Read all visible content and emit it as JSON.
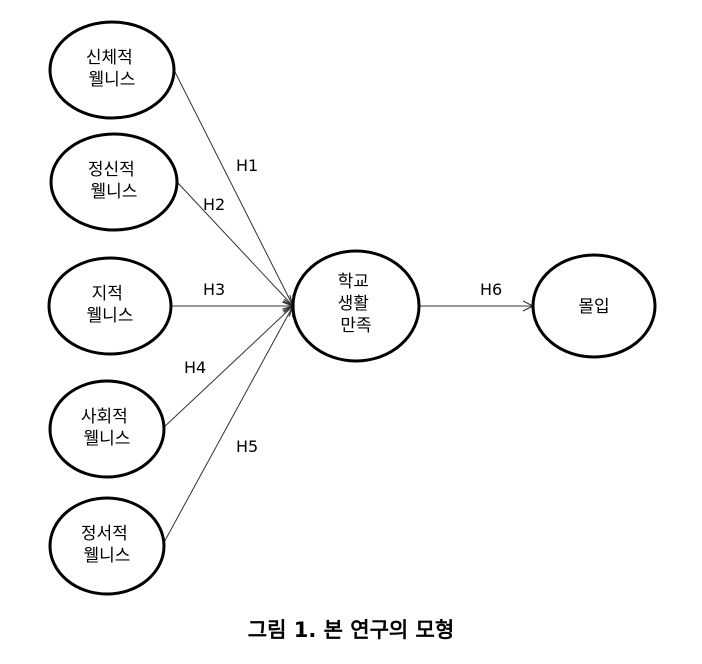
{
  "diagram": {
    "nodes": [
      {
        "id": "physical",
        "lines": [
          "신체적",
          "웰니스"
        ]
      },
      {
        "id": "mental",
        "lines": [
          "정신적",
          "웰니스"
        ]
      },
      {
        "id": "intellectual",
        "lines": [
          "지적",
          "웰니스"
        ]
      },
      {
        "id": "social",
        "lines": [
          "사회적",
          "웰니스"
        ]
      },
      {
        "id": "emotional",
        "lines": [
          "정서적",
          "웰니스"
        ]
      },
      {
        "id": "satisfaction",
        "lines": [
          "학교",
          "생활",
          "만족"
        ]
      },
      {
        "id": "flow",
        "lines": [
          "몰입"
        ]
      }
    ],
    "edges": [
      {
        "from": "physical",
        "to": "satisfaction",
        "label": "H1"
      },
      {
        "from": "mental",
        "to": "satisfaction",
        "label": "H2"
      },
      {
        "from": "intellectual",
        "to": "satisfaction",
        "label": "H3"
      },
      {
        "from": "social",
        "to": "satisfaction",
        "label": "H4"
      },
      {
        "from": "emotional",
        "to": "satisfaction",
        "label": "H5"
      },
      {
        "from": "satisfaction",
        "to": "flow",
        "label": "H6"
      }
    ]
  },
  "caption": "그림 1. 본 연구의 모형"
}
